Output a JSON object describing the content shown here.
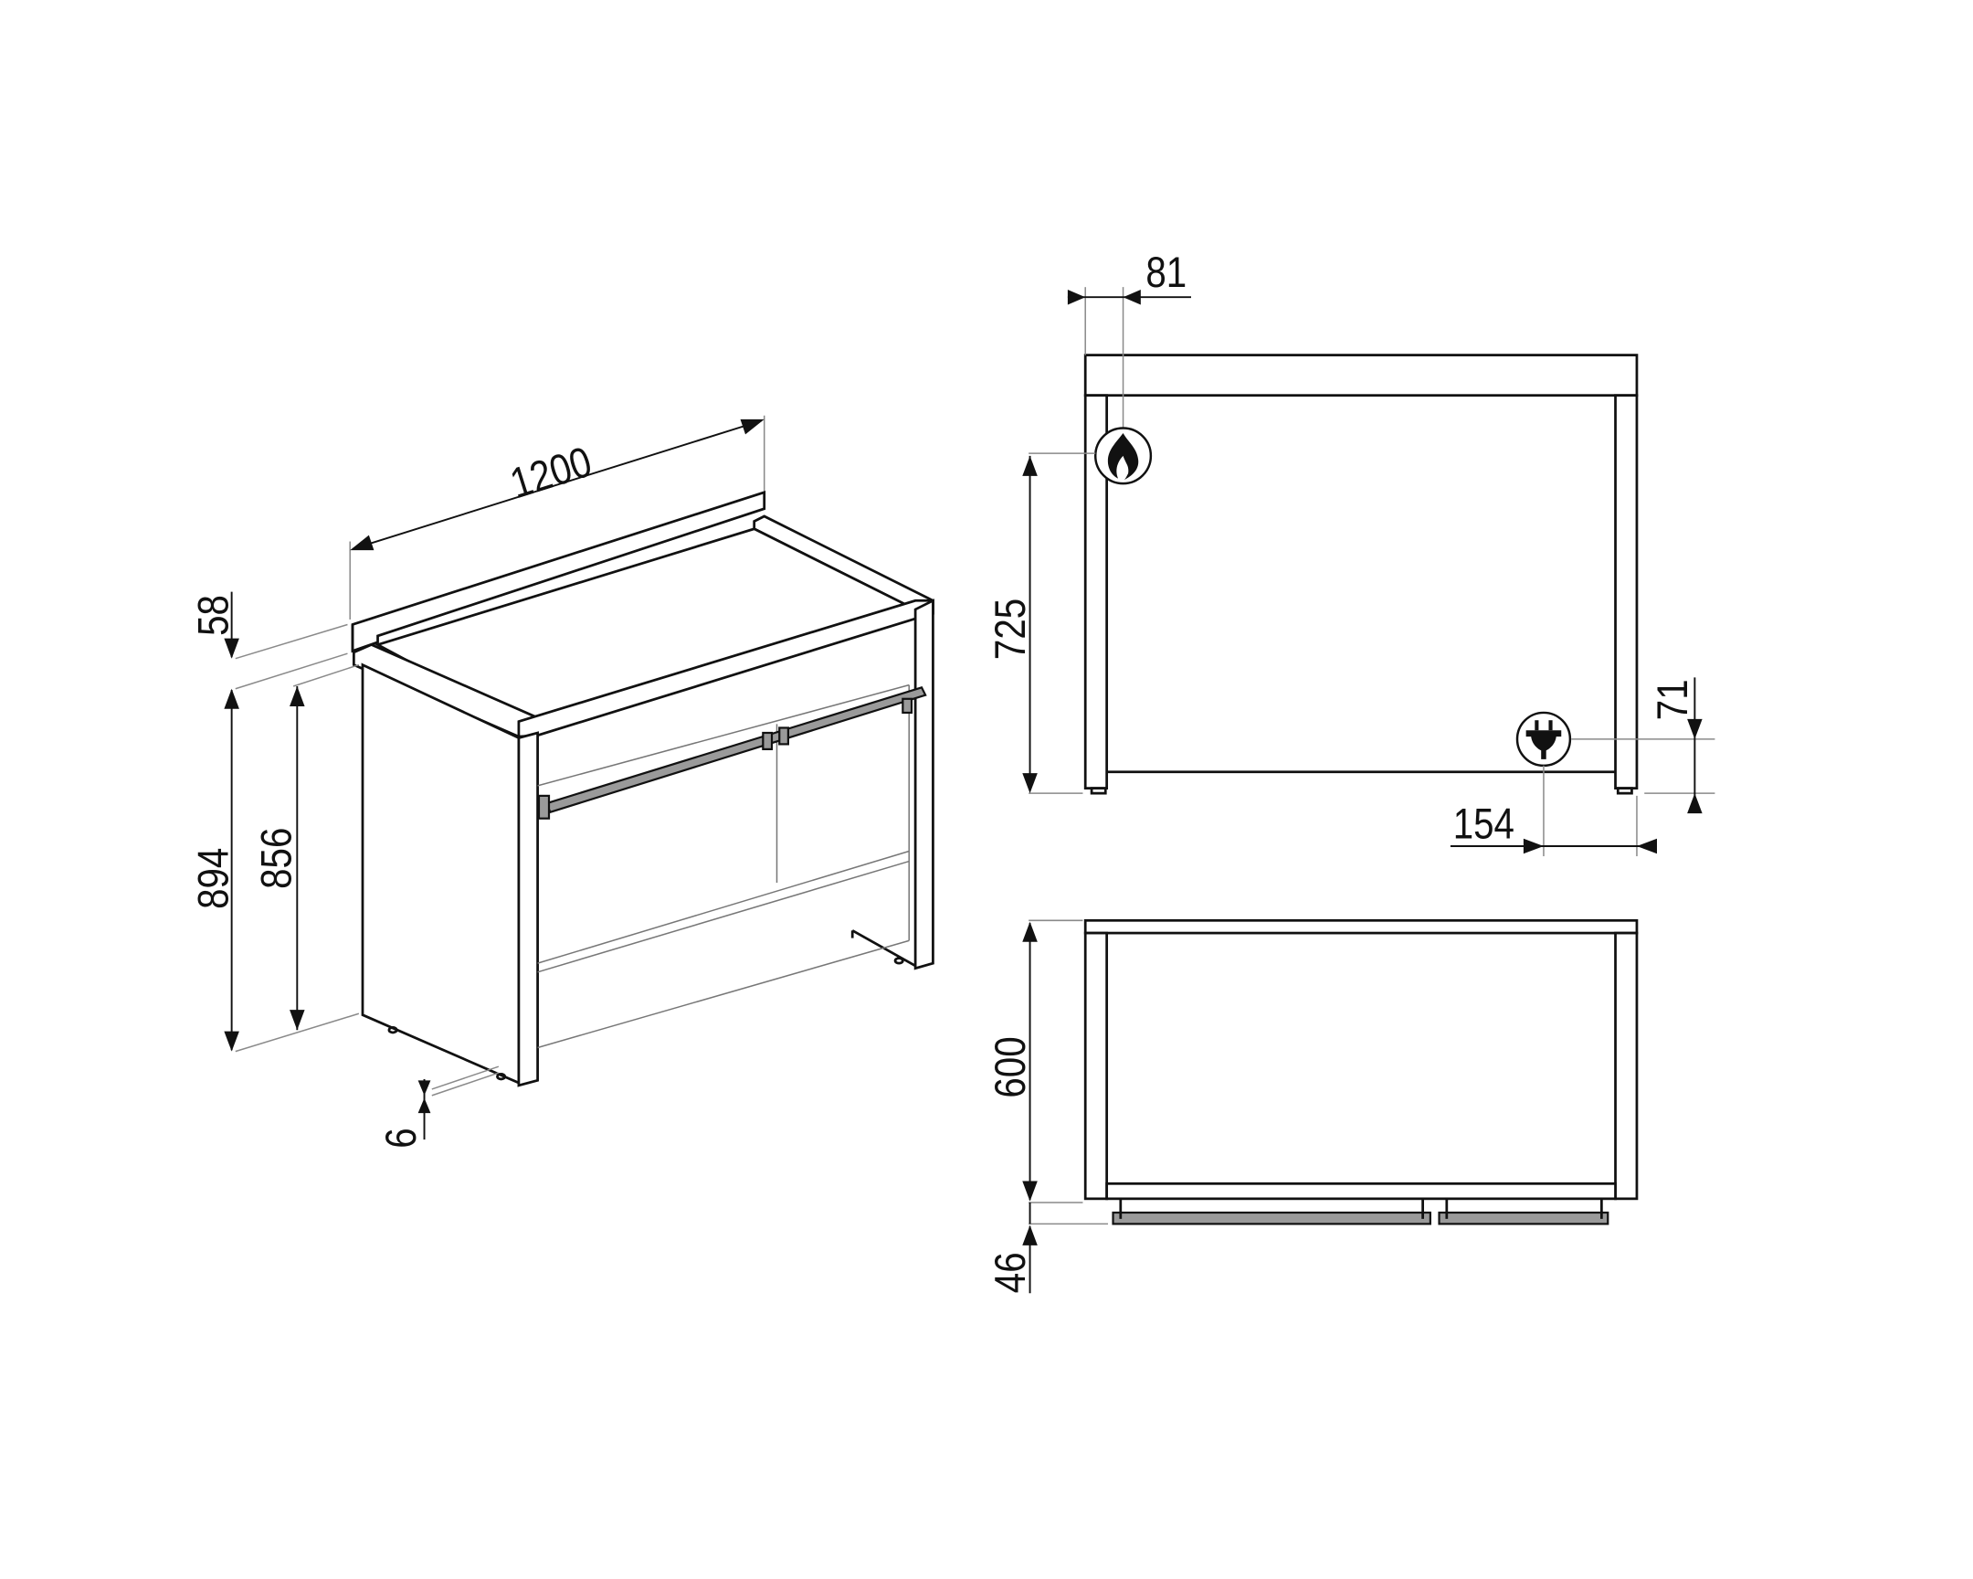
{
  "diagram": {
    "title": "Range cooker installation dimensions",
    "units": "mm",
    "colors": {
      "line": "#111111",
      "extension_line": "#8a8a8a",
      "handle": "#9a9a9a",
      "background": "#ffffff"
    },
    "views": {
      "isometric": {
        "dimensions": {
          "width": "1200",
          "upstand_height": "58",
          "total_height": "894",
          "worktop_height": "856",
          "feet_adjust": "6"
        }
      },
      "side_view": {
        "dimensions": {
          "gas_offset": "81",
          "gas_height": "725",
          "electric_height": "71",
          "electric_offset": "154"
        },
        "icons": {
          "gas": "flame-icon",
          "electric": "plug-icon"
        }
      },
      "top_view": {
        "dimensions": {
          "depth": "600",
          "handle_depth": "46"
        }
      }
    }
  }
}
